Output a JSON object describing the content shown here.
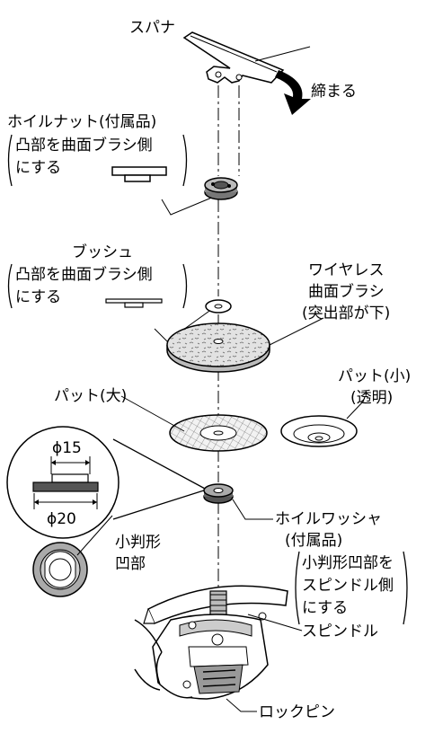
{
  "labels": {
    "spanner": "スパナ",
    "tighten": "締まる",
    "wheel_nut_title": "ホイルナット(付属品)",
    "wheel_nut_note_1": "凸部を曲面ブラシ側",
    "wheel_nut_note_2": "にする",
    "bush_title": "ブッシュ",
    "bush_note_1": "凸部を曲面ブラシ側",
    "bush_note_2": "にする",
    "wireless_1": "ワイヤレス",
    "wireless_2": "曲面ブラシ",
    "wireless_3": "(突出部が下)",
    "pad_small_1": "パット(小)",
    "pad_small_2": "(透明)",
    "pad_large": "パット(大)",
    "dim_15": "ϕ15",
    "dim_20": "ϕ20",
    "oval_recess_1": "小判形",
    "oval_recess_2": "凹部",
    "washer_title": "ホイルワッシャ",
    "washer_sub": "(付属品)",
    "washer_note_1": "小判形凹部を",
    "washer_note_2": "スピンドル側",
    "washer_note_3": "にする",
    "spindle": "スピンドル",
    "lock_pin": "ロックピン"
  },
  "colors": {
    "line": "#000000",
    "disc_fill": "#d9d9d9",
    "part_gray": "#b0b0b0",
    "dark_part": "#555555"
  }
}
